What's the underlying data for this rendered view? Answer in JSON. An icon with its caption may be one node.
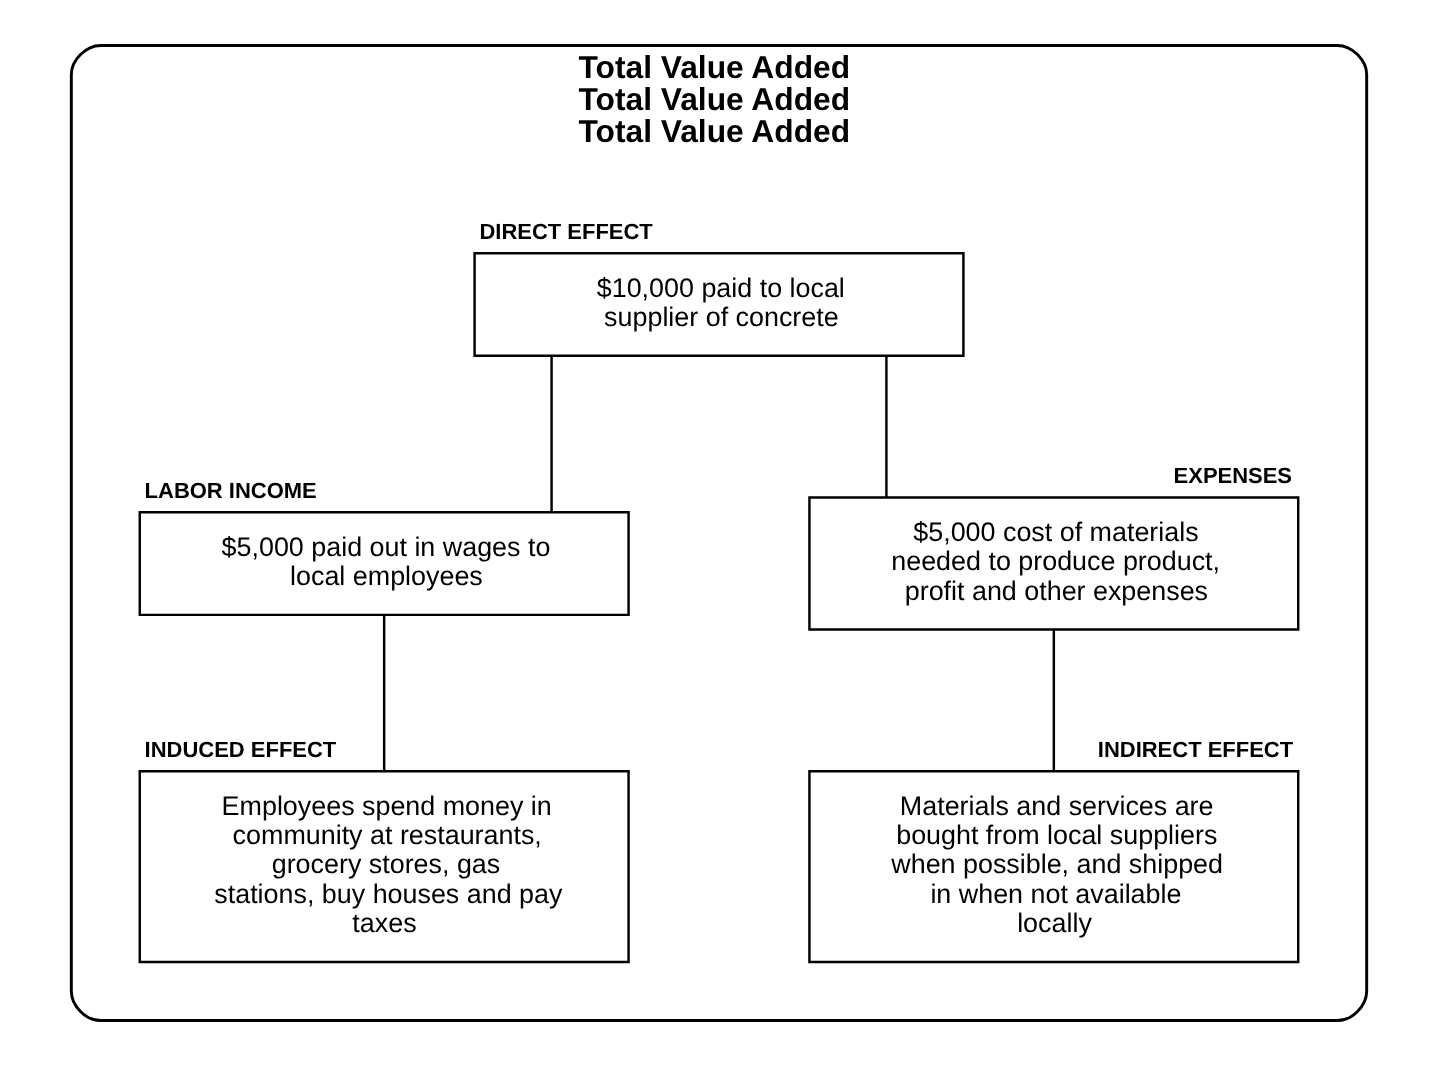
{
  "diagram": {
    "nodes": [
      {
        "text": [
          "Total Value Added",
          "Total Value Added",
          "Total Value Added"
        ]
      },
      {
        "text": [
          "DIRECT EFFECT",
          "$10,000 paid to local supplier of concrete"
        ],
        "in": 0
      },
      {
        "text": [
          "LABOR INCOME",
          "$5,000 paid out in wages to local employees"
        ],
        "in": 0
      },
      {
        "text": [
          "EXPENSES",
          "$5,000 cost of materials needed to produce product, profit and other expenses"
        ],
        "in": 0
      },
      {
        "text": [
          "INDUCED EFFECT",
          "Employees spend money in community at restaurants, grocery stores, gas stations, buy houses and pay taxes"
        ],
        "in": 0
      },
      {
        "text": [
          "INDIRECT EFFECT",
          "Materials and services are bought from local suppliers when possible, and shipped in when not available locally"
        ],
        "in": 0
      }
    ],
    "edges": [
      {
        "from": 1,
        "to": 2,
        "arrow": "none"
      },
      {
        "from": 1,
        "to": 3,
        "arrow": "none"
      },
      {
        "from": 2,
        "to": 4,
        "arrow": "none"
      },
      {
        "from": 3,
        "to": 5,
        "arrow": "none"
      }
    ]
  }
}
